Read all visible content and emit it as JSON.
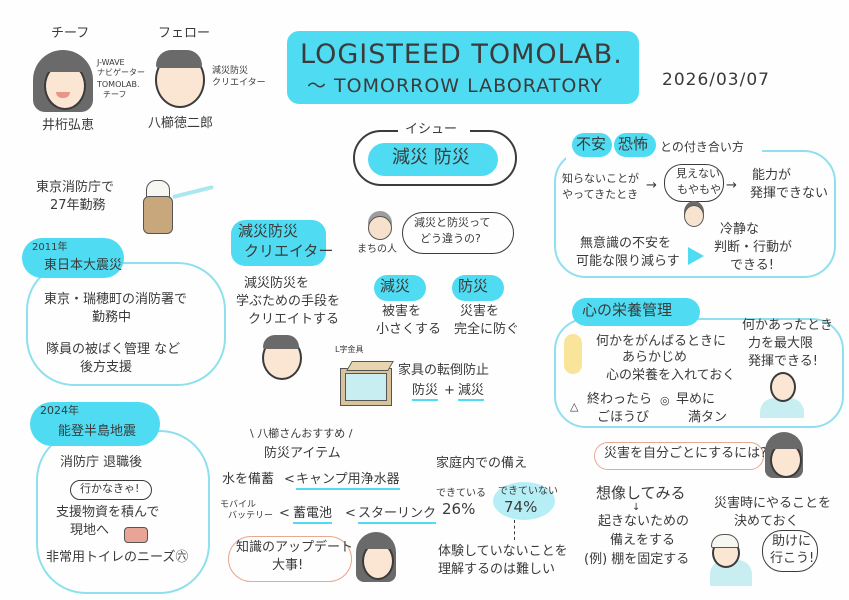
{
  "header": {
    "title_line1": "LOGISTEED TOMOLAB.",
    "title_line2": "〜 TOMORROW LABORATORY",
    "date": "2026/03/07",
    "accent_color": "#4fdcf2"
  },
  "people": {
    "chief": {
      "role": "チーフ",
      "name": "井桁弘恵",
      "desc_line1": "J-WAVE",
      "desc_line2": "ナビゲーター",
      "desc_line3": "TOMOLAB.",
      "desc_line4": "チーフ"
    },
    "fellow": {
      "role": "フェロー",
      "name": "八櫛徳二郎",
      "desc_line1": "減災防災",
      "desc_line2": "クリエイター"
    }
  },
  "career": {
    "line1": "東京消防庁で",
    "line2": "27年勤務"
  },
  "event_2011": {
    "year": "2011年",
    "title": "東日本大震災",
    "line1": "東京・瑞穂町の消防署で",
    "line2": "勤務中",
    "line3": "隊員の被ばく管理 など",
    "line4": "後方支援"
  },
  "event_2024": {
    "year": "2024年",
    "title": "能登半島地震",
    "line1": "消防庁 退職後",
    "speech": "行かなきゃ!",
    "line2": "支援物資を積んで",
    "line3": "現地へ",
    "line4": "非常用トイレのニーズ㊅"
  },
  "issue": {
    "label": "イシュー",
    "title": "減災 防災"
  },
  "creator": {
    "title_line1": "減災防災",
    "title_line2": "クリエイター",
    "desc_line1": "減災防災を",
    "desc_line2": "学ぶための手段を",
    "desc_line3": "クリエイトする"
  },
  "townsperson": {
    "label": "まちの人",
    "question_line1": "減災と防災って",
    "question_line2": "どう違うの?"
  },
  "definitions": {
    "gensai": {
      "title": "減災",
      "line1": "被害を",
      "line2": "小さくする"
    },
    "bousai": {
      "title": "防災",
      "line1": "災害を",
      "line2": "完全に防ぐ"
    }
  },
  "furniture": {
    "bracket_label": "L字金具",
    "line1": "家具の転倒防止",
    "line2a": "防災",
    "plus": "+",
    "line2b": "減災"
  },
  "items": {
    "recommend": "\\ 八櫛さんおすすめ /",
    "title": "防災アイテム",
    "row1_a": "水を備蓄",
    "row1_lt": "<",
    "row1_b": "キャンプ用浄水器",
    "row2_a1": "モバイル",
    "row2_a2": "バッテリー",
    "row2_lt1": "<",
    "row2_b": "蓄電池",
    "row2_lt2": "<",
    "row2_c": "スターリンク",
    "update_line1": "知識のアップデート",
    "update_line2": "大事!"
  },
  "home_prep": {
    "title": "家庭内での備え",
    "done_label": "できている",
    "done_value": "26%",
    "not_done_label": "できていない",
    "not_done_value": "74%",
    "note_line1": "体験していないことを",
    "note_line2": "理解するのは難しい"
  },
  "anxiety": {
    "tag1": "不安",
    "tag2": "恐怖",
    "title_rest": "との付き合い方",
    "line1a": "知らないことが",
    "line1b": "やってきたとき",
    "arrow1": "→",
    "thought_line1": "見えない",
    "thought_line2": "もやもや",
    "arrow2": "→",
    "result_line1": "能力が",
    "result_line2": "発揮できない",
    "reduce_line1": "無意識の不安を",
    "reduce_line2": "可能な限り減らす",
    "calm_line1": "冷静な",
    "calm_line2": "判断・行動が",
    "calm_line3": "できる!"
  },
  "mental": {
    "title": "心の栄養管理",
    "line1": "何かをがんばるときに",
    "line2": "あらかじめ",
    "line3": "心の栄養を入れておく",
    "tip1_mark": "△",
    "tip1_line1": "終わったら",
    "tip1_line2": "ごほうび",
    "tip2_mark": "◎",
    "tip2_line1": "早めに",
    "tip2_line2": "満タン",
    "result_line1": "何かあったとき",
    "result_line2": "力を最大限",
    "result_line3": "発揮できる!"
  },
  "personal": {
    "question": "災害を自分ごとにするには?",
    "line1": "想像してみる",
    "arrow": "↓",
    "line2": "起きないための",
    "line3": "備えをする",
    "line4": "(例) 棚を固定する",
    "decide_line1": "災害時にやることを",
    "decide_line2": "決めておく",
    "speech_line1": "助けに",
    "speech_line2": "行こう!"
  }
}
